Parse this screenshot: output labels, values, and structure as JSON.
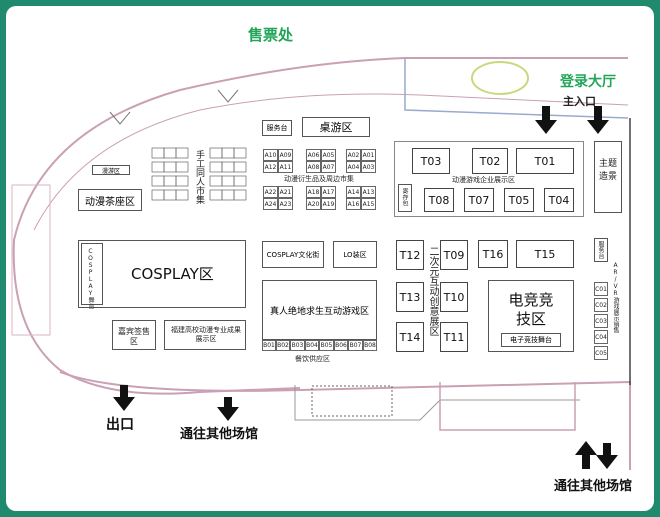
{
  "colors": {
    "frame": "#1f8a6e",
    "accent_green": "#22a55a",
    "hall_outline": "#c9a0b4",
    "arrow": "#111111"
  },
  "header": {
    "ticket_office": "售票处",
    "lobby": "登录大厅",
    "main_entrance": "主入口"
  },
  "services": {
    "service_desk": "服务台",
    "board_games": "桌游区",
    "info_desk": "服务台",
    "storage": "寄存包",
    "theme_scene": "主题造景"
  },
  "west": {
    "hall_label": "动漫茶座区",
    "small_label": "漫游区",
    "cosplay_stage": "COSPLAY舞台",
    "cosplay_area": "COSPLAY区",
    "guest_signing": "嘉宾签售区",
    "fujian_showcase": "福建高校动漫专业成果展示区",
    "handmade_market": "手工同人市集"
  },
  "center": {
    "merch_market": "动漫衍生品及周边市集",
    "cosplay_culture": "COSPLAY文化街",
    "lo_area": "LO装区",
    "live_game": "真人绝地求生互动游戏区",
    "catering": "餐饮供应区",
    "a_left": [
      "A10",
      "A09",
      "A12",
      "A11",
      "A22",
      "A21",
      "A24",
      "A23"
    ],
    "a_mid": [
      "A06",
      "A05",
      "A08",
      "A07",
      "A18",
      "A17",
      "A20",
      "A19"
    ],
    "a_right": [
      "A02",
      "A01",
      "A04",
      "A03",
      "A14",
      "A13",
      "A16",
      "A15"
    ],
    "b_booths": [
      "B01",
      "B02",
      "B03",
      "B04",
      "B05",
      "B06",
      "B07",
      "B08"
    ]
  },
  "east": {
    "enterprise_label": "动漫游戏企业展示区",
    "t_row1": [
      "T03",
      "T02",
      "T01"
    ],
    "t_row2": [
      "T08",
      "T07",
      "T05",
      "T04"
    ],
    "t_left_col": [
      "T12",
      "T13",
      "T14"
    ],
    "t_right_col": [
      "T09",
      "T10",
      "T11"
    ],
    "t16": "T16",
    "t15": "T15",
    "creative_label": "二次元互动创意展区",
    "esports": "电竞竞技区",
    "esports_stage": "电子竞技舞台",
    "ar_vr": "AR/VR游戏展示销售",
    "c_booths": [
      "C01",
      "C02",
      "C03",
      "C04",
      "C05"
    ]
  },
  "exits": {
    "exit": "出口",
    "to_other_1": "通往其他场馆",
    "to_other_2": "通往其他场馆"
  }
}
